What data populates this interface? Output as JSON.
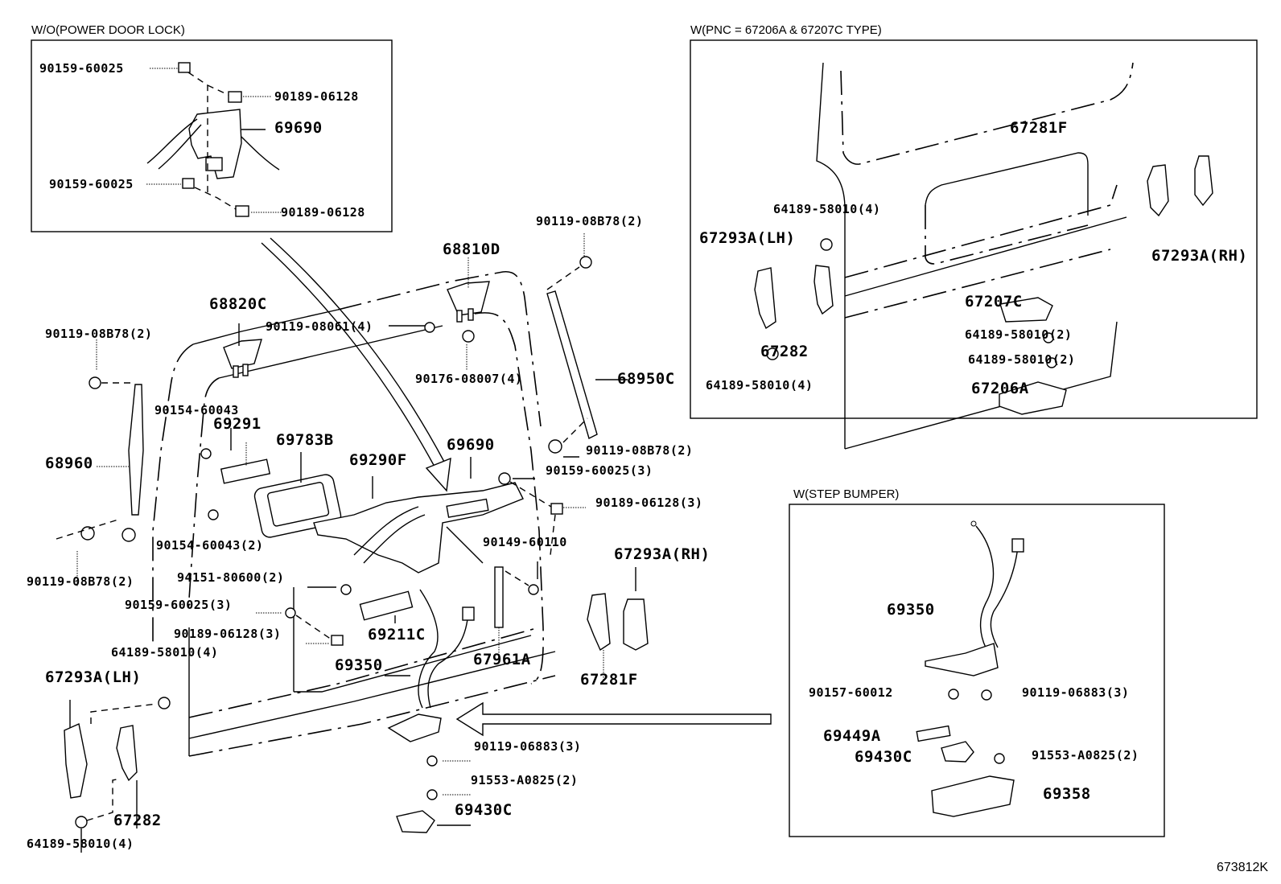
{
  "diagram_id": "673812K",
  "sections": {
    "power_door_lock": {
      "title": "W/O(POWER DOOR LOCK)",
      "labels": [
        "90159-60025",
        "90189-06128",
        "69690",
        "90159-60025",
        "90189-06128"
      ]
    },
    "pnc_type": {
      "title": "W(PNC = 67206A & 67207C TYPE)",
      "labels": [
        "67281F",
        "64189-58010(4)",
        "67293A(LH)",
        "67293A(RH)",
        "67207C",
        "64189-58010(2)",
        "64189-58010(2)",
        "67282",
        "64189-58010(4)",
        "67206A"
      ]
    },
    "step_bumper": {
      "title": "W(STEP BUMPER)",
      "labels": [
        "69350",
        "90157-60012",
        "90119-06883(3)",
        "69449A",
        "69430C",
        "91553-A0825(2)",
        "69358"
      ]
    },
    "main": {
      "labels": [
        "90119-08B78(2)",
        "68810D",
        "68820C",
        "90119-08061(4)",
        "90119-08B78(2)",
        "90176-08007(4)",
        "68950C",
        "90154-60043",
        "69291",
        "69783B",
        "68960",
        "69290F",
        "69690",
        "90119-08B78(2)",
        "90159-60025(3)",
        "90189-06128(3)",
        "90154-60043(2)",
        "90149-60110",
        "67293A(RH)",
        "94151-80600(2)",
        "90119-08B78(2)",
        "90159-60025(3)",
        "69211C",
        "90189-06128(3)",
        "64189-58010(4)",
        "69350",
        "67961A",
        "67281F",
        "67293A(LH)",
        "90119-06883(3)",
        "91553-A0825(2)",
        "69430C",
        "67282",
        "64189-58010(4)"
      ]
    }
  }
}
